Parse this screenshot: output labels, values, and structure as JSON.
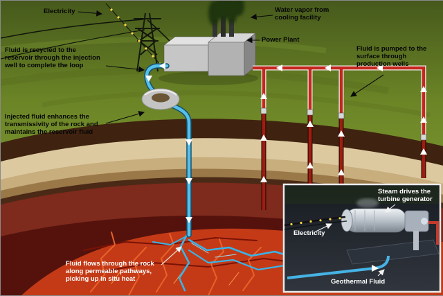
{
  "labels": {
    "electricity": "Electricity",
    "water_vapor": "Water vapor from\ncooling facility",
    "power_plant": "Power Plant",
    "fluid_pumped": "Fluid is pumped to the\nsurface through\nproduction wells",
    "fluid_recycled": "Fluid is recycled to the\nreservoir through the injection\nwell to complete the loop",
    "injected_fluid": "Injected fluid enhances the\ntransmissivity of the rock and\nmaintains the reservoir fluid",
    "fluid_flows": "Fluid flows through the rock\nalong permeable pathways,\npicking up in situ heat"
  },
  "inset": {
    "steam_drives": "Steam drives the\nturbine generator",
    "electricity": "Electricity",
    "geothermal_fluid": "Geothermal Fluid"
  },
  "colors": {
    "surface_green": "#6b8426",
    "rock_brown": "#3f2310",
    "rock_cream": "#dcc9a0",
    "rock_tan": "#c8ad7d",
    "rock_maroon": "#7e2a1c",
    "hot_rock": "#c43a17",
    "injection_pipe": "#56c0ea",
    "production_pipe": "#c4271c",
    "smoke": "#1a330e",
    "wire_light": "#ffd84a",
    "inset_border": "#ececec"
  }
}
